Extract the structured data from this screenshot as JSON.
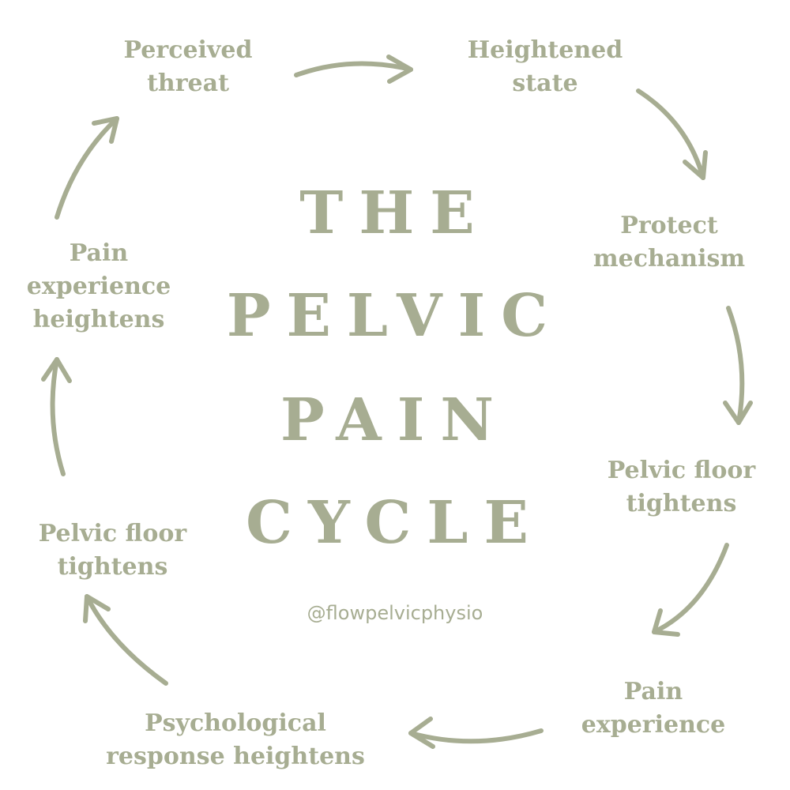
{
  "title": {
    "lines": [
      "THE",
      "PELVIC",
      "PAIN",
      "CYCLE"
    ]
  },
  "handle": "@flowpelvicphysio",
  "steps": [
    {
      "lines": [
        "Perceived",
        "threat"
      ]
    },
    {
      "lines": [
        "Heightened",
        "state"
      ]
    },
    {
      "lines": [
        "Protect",
        "mechanism"
      ]
    },
    {
      "lines": [
        "Pelvic floor",
        "tightens"
      ]
    },
    {
      "lines": [
        "Pain",
        "experience"
      ]
    },
    {
      "lines": [
        "Psychological",
        "response heightens"
      ]
    },
    {
      "lines": [
        "Pelvic floor",
        "tightens"
      ]
    },
    {
      "lines": [
        "Pain",
        "experience",
        "heightens"
      ]
    }
  ],
  "colors": {
    "accent": "#a7ad92",
    "background": "#ffffff"
  },
  "arrow_icon": "curved-arrow-icon"
}
